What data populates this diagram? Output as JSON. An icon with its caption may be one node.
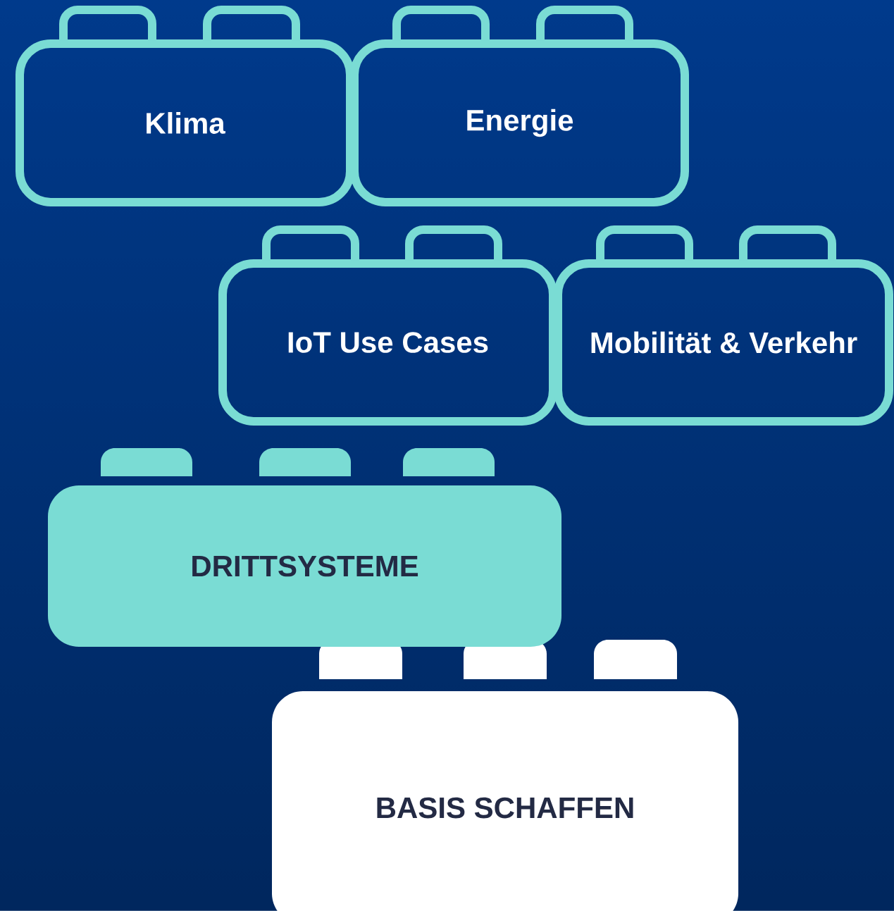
{
  "diagram": {
    "nodes": [
      {
        "text": [
          "Klima"
        ]
      },
      {
        "text": [
          "Energie"
        ]
      },
      {
        "text": [
          "IoT Use Cases"
        ]
      },
      {
        "text": [
          "Mobilität & Verkehr"
        ]
      },
      {
        "text": [
          "DRITTSYSTEME"
        ]
      },
      {
        "text": [
          "BASIS SCHAFFEN"
        ]
      }
    ]
  }
}
